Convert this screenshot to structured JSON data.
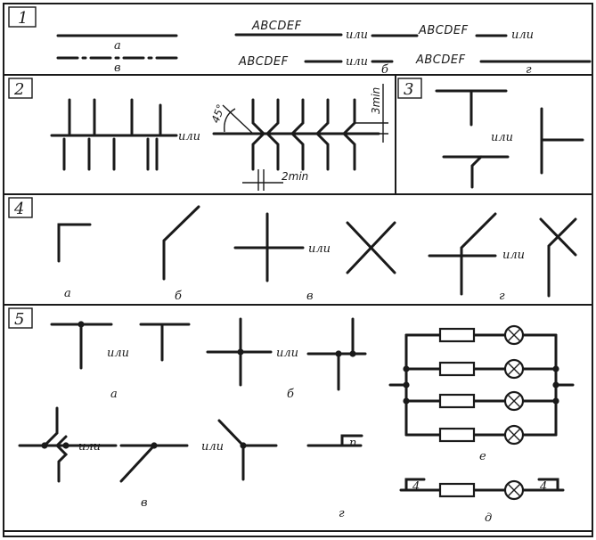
{
  "sections": {
    "s1": {
      "number": "1",
      "label_a": "а",
      "label_b": "в",
      "text_top_1": "ABCDEF",
      "text_top_2": "ABCDEF",
      "text_bottom_1": "ABCDEF",
      "text_bottom_2": "ABCDEF",
      "or_1": "или",
      "or_2": "или",
      "or_3": "или",
      "label_b2": "б",
      "label_g": "г"
    },
    "s2": {
      "number": "2",
      "or": "или",
      "dim_3min": "3min",
      "dim_2min": "2min",
      "angle": "45°"
    },
    "s3": {
      "number": "3",
      "or": "или"
    },
    "s4": {
      "number": "4",
      "or_1": "или",
      "or_2": "или",
      "label_a": "а",
      "label_b": "б",
      "label_v": "в",
      "label_g": "г"
    },
    "s5": {
      "number": "5",
      "or_1": "или",
      "or_2": "или",
      "or_3": "или",
      "or_4": "или",
      "label_a": "а",
      "label_b": "б",
      "label_v": "в",
      "label_g": "г",
      "label_d": "д",
      "label_e": "е",
      "tag_p": "п",
      "tag_4_left": "4",
      "tag_4_right": "4"
    }
  }
}
